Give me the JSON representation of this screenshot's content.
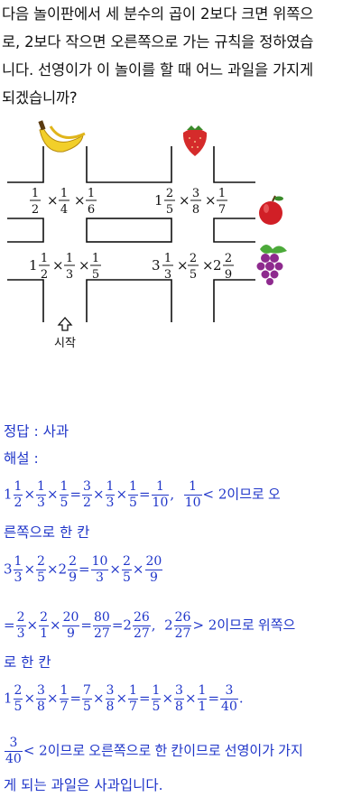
{
  "question": {
    "line1": "다음 놀이판에서 세 분수의 곱이 2보다 크면 위쪽으",
    "line2": "로, 2보다 작으면 오른쪽으로 가는 규칙을 정하였습",
    "line3": "니다. 선영이가 이 놀이를 할 때 어느 과일을 가지게",
    "line4": "되겠습니까?"
  },
  "board": {
    "start_label": "시작",
    "fruits": [
      "banana-icon",
      "strawberry-icon",
      "apple-icon",
      "grape-icon"
    ],
    "expr_top_left": {
      "a": [
        "1",
        "2"
      ],
      "b": [
        "1",
        "4"
      ],
      "c": [
        "1",
        "6"
      ]
    },
    "expr_top_right": {
      "a_whole": "1",
      "a": [
        "2",
        "5"
      ],
      "b": [
        "3",
        "8"
      ],
      "c": [
        "1",
        "7"
      ]
    },
    "expr_bottom_left": {
      "a_whole": "1",
      "a": [
        "1",
        "2"
      ],
      "b": [
        "1",
        "3"
      ],
      "c": [
        "1",
        "5"
      ]
    },
    "expr_bottom_right": {
      "a_whole": "3",
      "a": [
        "1",
        "3"
      ],
      "b": [
        "2",
        "5"
      ],
      "c_whole": "2",
      "c": [
        "2",
        "9"
      ]
    },
    "times": "×"
  },
  "answer": {
    "label": "정답 : 사과",
    "explain_label": "해설 :",
    "step1_tail": "이므로 오",
    "step1_line2": "른쪽으로 한 칸",
    "step2_tail": "이므로 위쪽으",
    "step2_line2": "로 한 칸",
    "step3_tail": "이므로 오른쪽으로 한 칸이므로 선영이가 가지",
    "final_line": "게 되는 과일은 사과입니다."
  },
  "colors": {
    "solution": "#1f35c9",
    "text": "#111111"
  }
}
